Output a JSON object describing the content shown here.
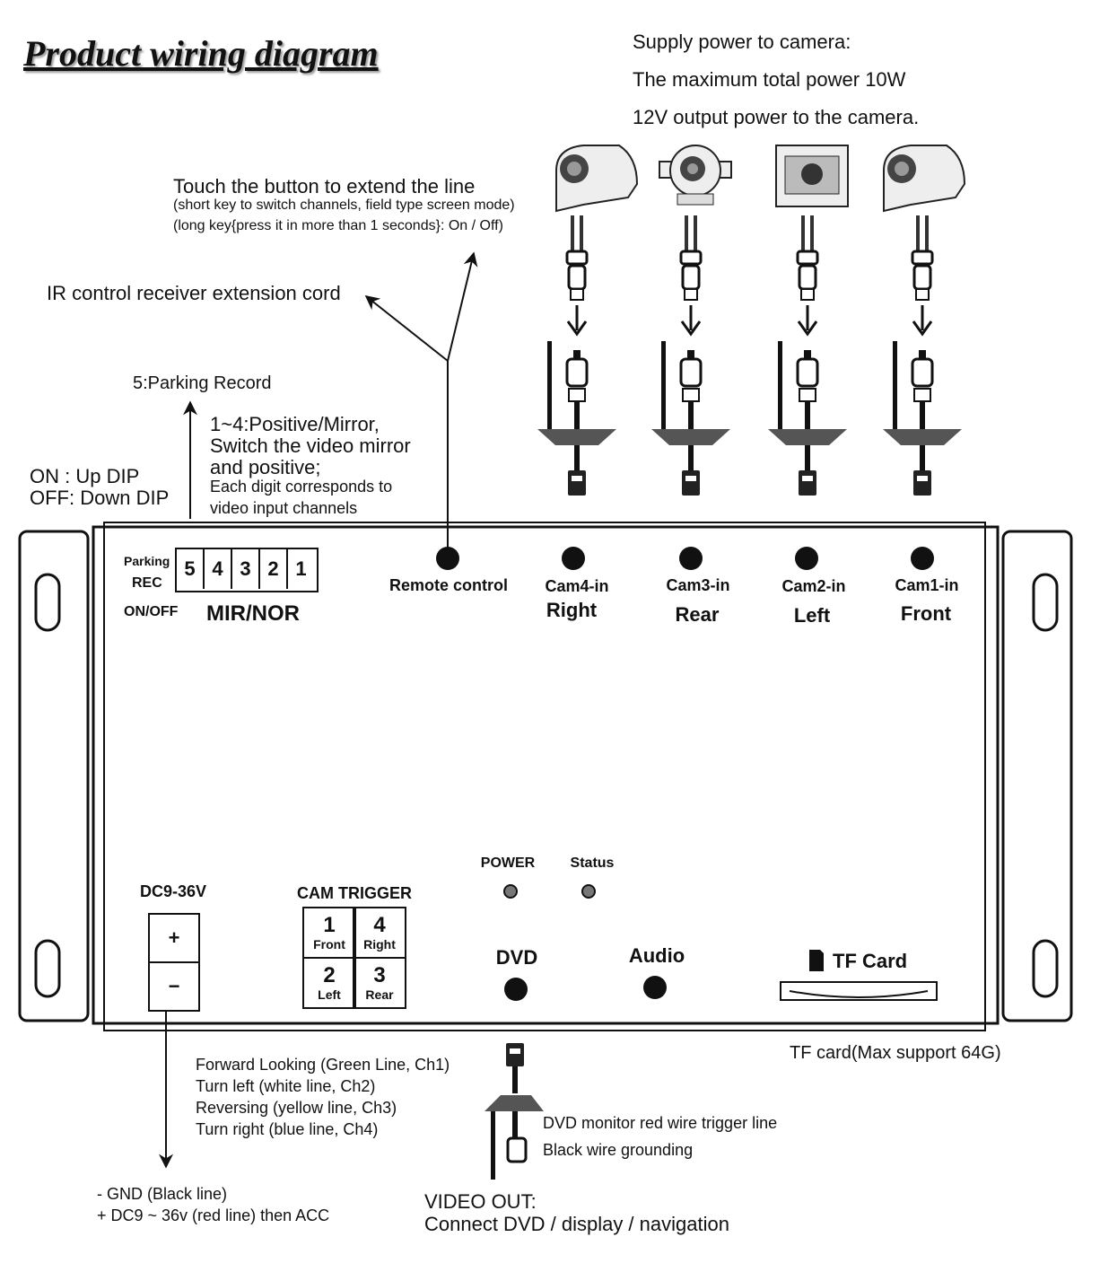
{
  "title": "Product wiring diagram",
  "supply": {
    "line1": "Supply power to camera:",
    "line2": "The maximum total power 10W",
    "line3": "12V output power to the camera."
  },
  "touch": {
    "heading": "Touch the button to extend the line",
    "line1": "(short key to switch channels, field type screen mode)",
    "line2": "(long key{press it in more than 1 seconds}:  On / Off)"
  },
  "ir_label": "IR control receiver extension cord",
  "parking_record": "5:Parking Record",
  "mirror": {
    "line1": "1~4:Positive/Mirror,",
    "line2": "Switch the video mirror",
    "line3": "and positive;",
    "line4": "Each digit corresponds to",
    "line5": "video input channels"
  },
  "dip_state": {
    "on": "ON  : Up DIP",
    "off": "OFF: Down DIP"
  },
  "dip_panel": {
    "parking": "Parking",
    "rec": "REC",
    "on_off": "ON/OFF",
    "mir_nor": "MIR/NOR",
    "digits": [
      "5",
      "4",
      "3",
      "2",
      "1"
    ]
  },
  "remote_control": "Remote control",
  "cams": [
    {
      "port": "Cam4-in",
      "pos": "Right"
    },
    {
      "port": "Cam3-in",
      "pos": "Rear"
    },
    {
      "port": "Cam2-in",
      "pos": "Left"
    },
    {
      "port": "Cam1-in",
      "pos": "Front"
    }
  ],
  "power_led": "POWER",
  "status_led": "Status",
  "dc_label": "DC9-36V",
  "dc_terminals": {
    "plus": "+",
    "minus": "−"
  },
  "cam_trigger": {
    "label": "CAM TRIGGER",
    "cells": [
      {
        "num": "1",
        "name": "Front"
      },
      {
        "num": "4",
        "name": "Right"
      },
      {
        "num": "2",
        "name": "Left"
      },
      {
        "num": "3",
        "name": "Rear"
      }
    ]
  },
  "dvd": "DVD",
  "audio": "Audio",
  "tf_card": "TF Card",
  "tf_note": "TF card(Max support 64G)",
  "trigger_lines": {
    "line1": "Forward Looking  (Green Line, Ch1)",
    "line2": "Turn left  (white line, Ch2)",
    "line3": "Reversing  (yellow line, Ch3)",
    "line4": "Turn right (blue line, Ch4)"
  },
  "dvd_wire": {
    "line1": "DVD monitor red wire trigger line",
    "line2": "Black wire grounding"
  },
  "power_wire": {
    "line1": "- GND    (Black line)",
    "line2": "+ DC9 ~ 36v (red line) then ACC"
  },
  "video_out": {
    "line1": "VIDEO OUT:",
    "line2": "Connect DVD / display / navigation"
  }
}
